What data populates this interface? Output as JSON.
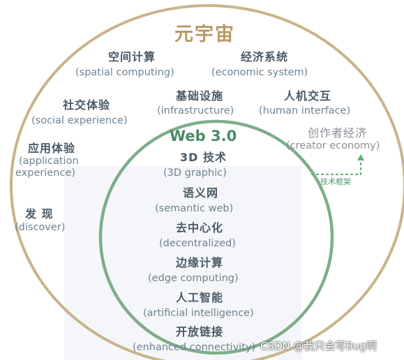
{
  "outer": {
    "title": "元宇宙"
  },
  "inner": {
    "title": "Web 3.0"
  },
  "outer_items": [
    {
      "cn": "空间计算",
      "en": "(spatial computing)"
    },
    {
      "cn": "经济系统",
      "en": "(economic system)"
    },
    {
      "cn": "社交体验",
      "en": "(social experience)"
    },
    {
      "cn": "基础设施",
      "en": "(infrastructure)"
    },
    {
      "cn": "人机交互",
      "en": "(human interface)"
    },
    {
      "cn": "应用体验",
      "en1": "(application",
      "en2": "experience)"
    },
    {
      "cn": "发 现",
      "en": "(discover)"
    }
  ],
  "creator": {
    "cn": "创作者经济",
    "en": "(creator economy)",
    "tech_label": "技术框架"
  },
  "inner_items": [
    {
      "cn": "3D 技术",
      "en": "(3D graphic)"
    },
    {
      "cn": "语义网",
      "en": "(semantic web)"
    },
    {
      "cn": "去中心化",
      "en": "(decentralized)"
    },
    {
      "cn": "边缘计算",
      "en": "(edge computing)"
    },
    {
      "cn": "人工智能",
      "en": "(artificial intelligence)"
    },
    {
      "cn": "开放链接",
      "en": "(enhanced connectivity)"
    }
  ],
  "watermark": "CSDN @我只会写Bug啊",
  "colors": {
    "outer_ring": "#c8b48a",
    "inner_ring": "#7fad8b",
    "dashed_arrow": "#5fae79"
  }
}
